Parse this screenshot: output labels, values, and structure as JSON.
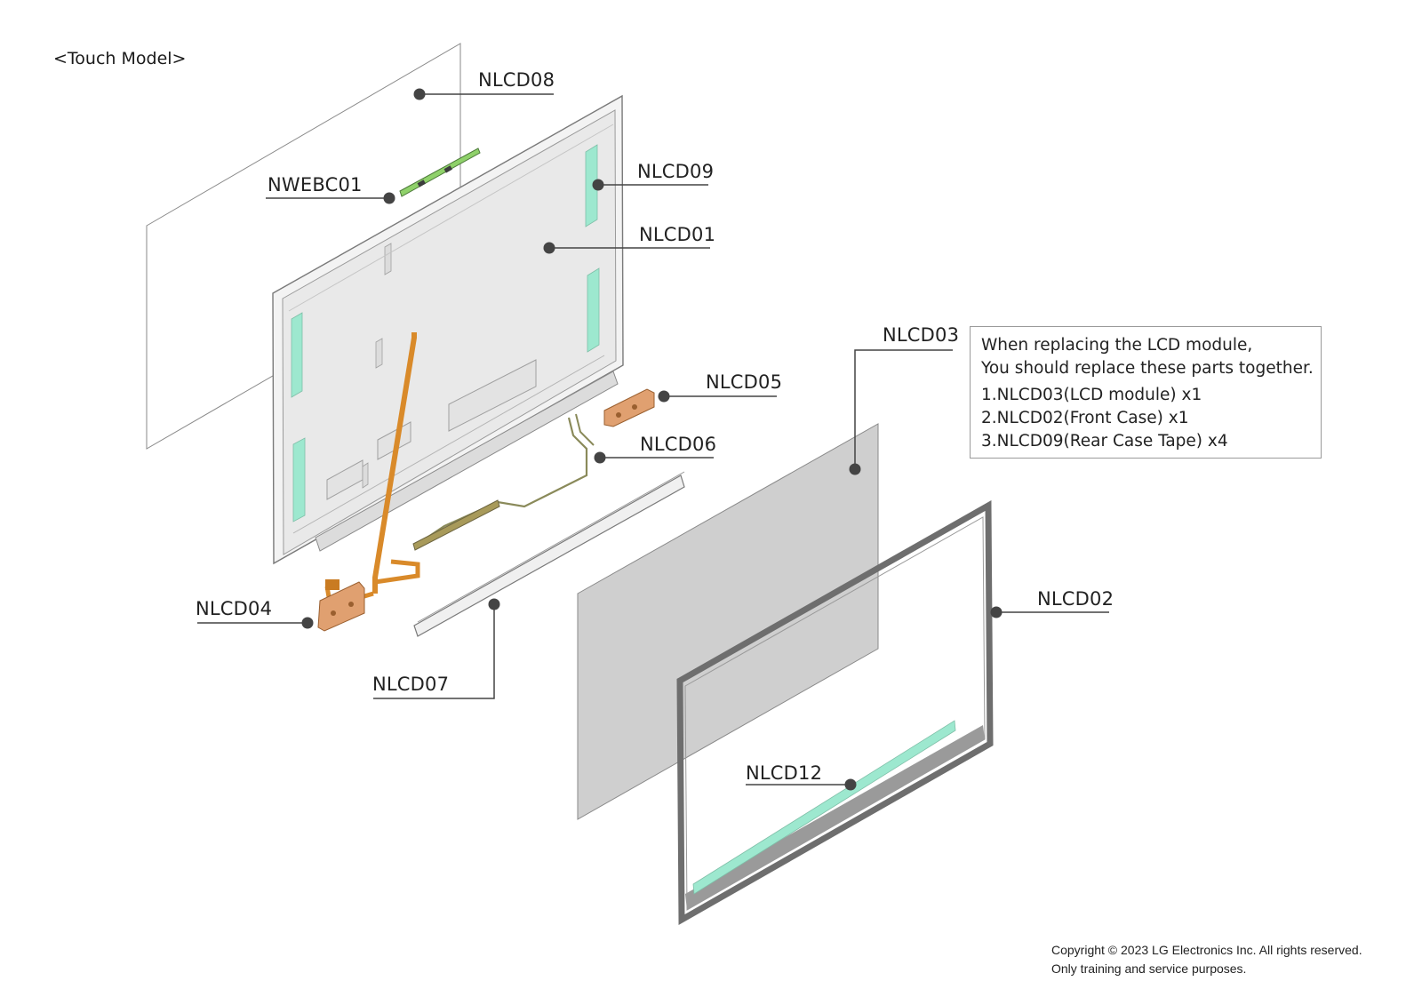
{
  "title": "<Touch Model>",
  "labels": {
    "nlcd08": "NLCD08",
    "nwebc01": "NWEBC01",
    "nlcd09": "NLCD09",
    "nlcd01": "NLCD01",
    "nlcd03": "NLCD03",
    "nlcd05": "NLCD05",
    "nlcd06": "NLCD06",
    "nlcd04": "NLCD04",
    "nlcd02": "NLCD02",
    "nlcd07": "NLCD07",
    "nlcd12": "NLCD12"
  },
  "note": {
    "line1": "When replacing the LCD module,",
    "line2": "You should replace these parts together.",
    "items": [
      "1.NLCD03(LCD module) x1",
      "2.NLCD02(Front Case) x1",
      "3.NLCD09(Rear Case Tape) x4"
    ]
  },
  "copyright": {
    "line1": "Copyright © 2023 LG Electronics Inc. All rights reserved.",
    "line2": "Only training and service purposes."
  },
  "colors": {
    "tape": "#9de8cf",
    "flex_cable": "#d98a2a",
    "hinge": "#e0a070",
    "webcam_board": "#8fd16a",
    "panel": "#cfcfcf",
    "bezel": "#6e6e6e",
    "rear_case": "#ececec",
    "leader": "#444444"
  }
}
